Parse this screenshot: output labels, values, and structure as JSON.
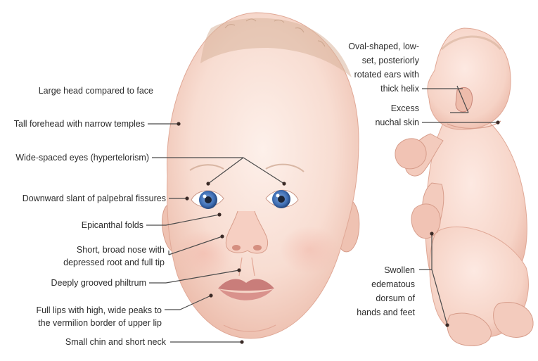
{
  "face_labels": [
    "Large head compared to face",
    "Tall forehead with narrow temples",
    "Wide-spaced eyes (hypertelorism)",
    "Downward slant of palpebral fissures",
    "Epicanthal folds",
    "Short, broad nose with",
    "depressed root and full tip",
    "Deeply grooved philtrum",
    "Full lips with high, wide peaks to",
    "the vermilion border of upper lip",
    "Small chin and short neck"
  ],
  "body_labels": {
    "ears_line1": "Oval-shaped, low-",
    "ears_line2": "set, posteriorly",
    "ears_line3": "rotated ears with",
    "ears_line4": "thick helix",
    "nuchal_line1": "Excess",
    "nuchal_line2": "nuchal skin",
    "swollen_line1": "Swollen",
    "swollen_line2": "edematous",
    "swollen_line3": "dorsum of",
    "swollen_line4": "hands and feet"
  },
  "colors": {
    "skin_light": "#fbe6dd",
    "skin_mid": "#f3cbbd",
    "skin_shadow": "#e4a898",
    "hair": "#c9a48a",
    "iris": "#3f6fb5",
    "lips": "#c97d7a",
    "leader_line": "#4a4a4a",
    "dot": "#3a2a26"
  }
}
